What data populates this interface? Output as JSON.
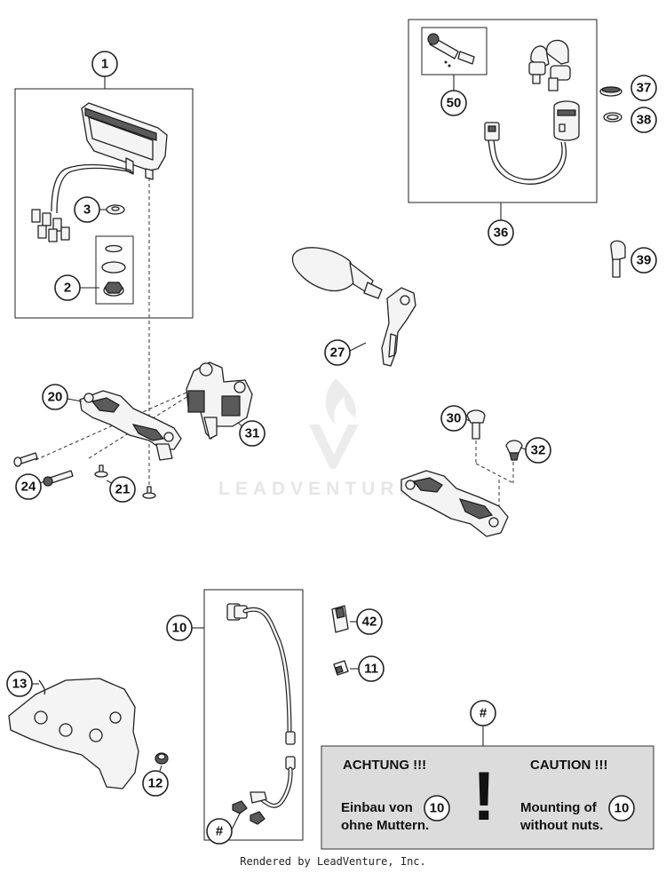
{
  "callouts": {
    "c1": "1",
    "c2": "2",
    "c3": "3",
    "c10": "10",
    "c11": "11",
    "c12": "12",
    "c13": "13",
    "c20": "20",
    "c21": "21",
    "c24": "24",
    "c27": "27",
    "c30": "30",
    "c31": "31",
    "c32": "32",
    "c36": "36",
    "c37": "37",
    "c38": "38",
    "c39": "39",
    "c42": "42",
    "c50": "50",
    "hash_top": "#",
    "hash_bottom": "#"
  },
  "watermark": {
    "brand": "LEADVENTURE"
  },
  "warning": {
    "de_title": "ACHTUNG !!!",
    "en_title": "CAUTION !!!",
    "de_line1": "Einbau von",
    "de_line2": "ohne Muttern.",
    "en_line1": "Mounting of",
    "en_line2": "without nuts.",
    "de_ref": "10",
    "en_ref": "10",
    "mark": "!"
  },
  "footer": {
    "text": "Rendered by LeadVenture, Inc."
  }
}
